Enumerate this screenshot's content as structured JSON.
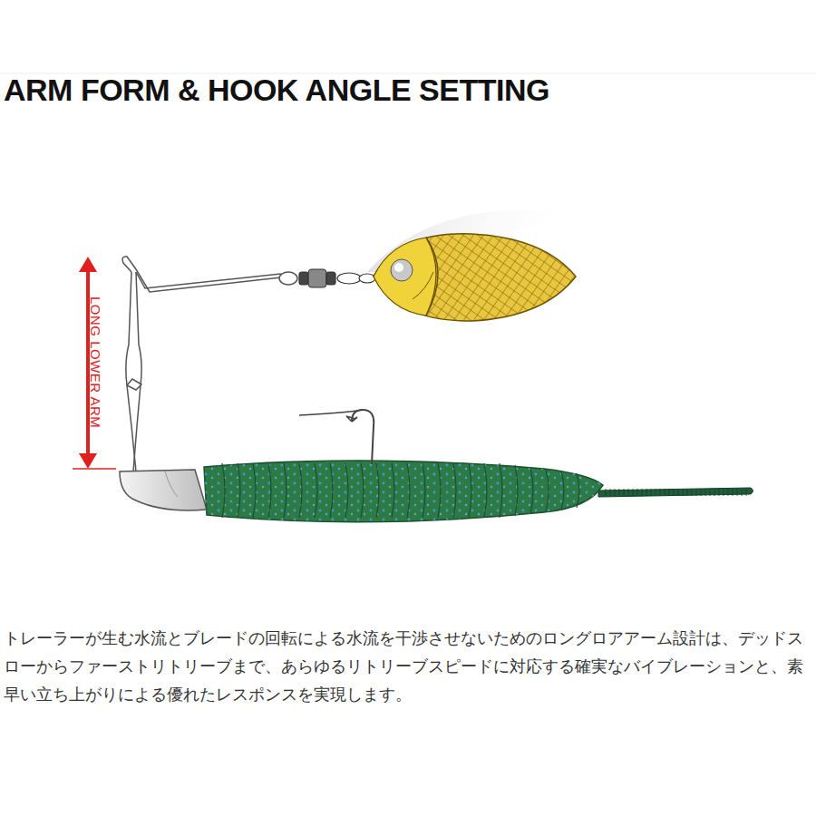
{
  "diagram": {
    "title": "ARM FORM & HOOK ANGLE SETTING",
    "caption": "トレーラーが生む水流とブレードの回転による水流を干渉させないためのロングロアアーム設計は、デッドスローからファーストリトリーブまで、あらゆるリトリーブスピードに対応する確実なバイブレーションと、素早い立ち上がりによる優れたレスポンスを実現します。",
    "labels": [
      "LONG LOWER ARM"
    ]
  }
}
